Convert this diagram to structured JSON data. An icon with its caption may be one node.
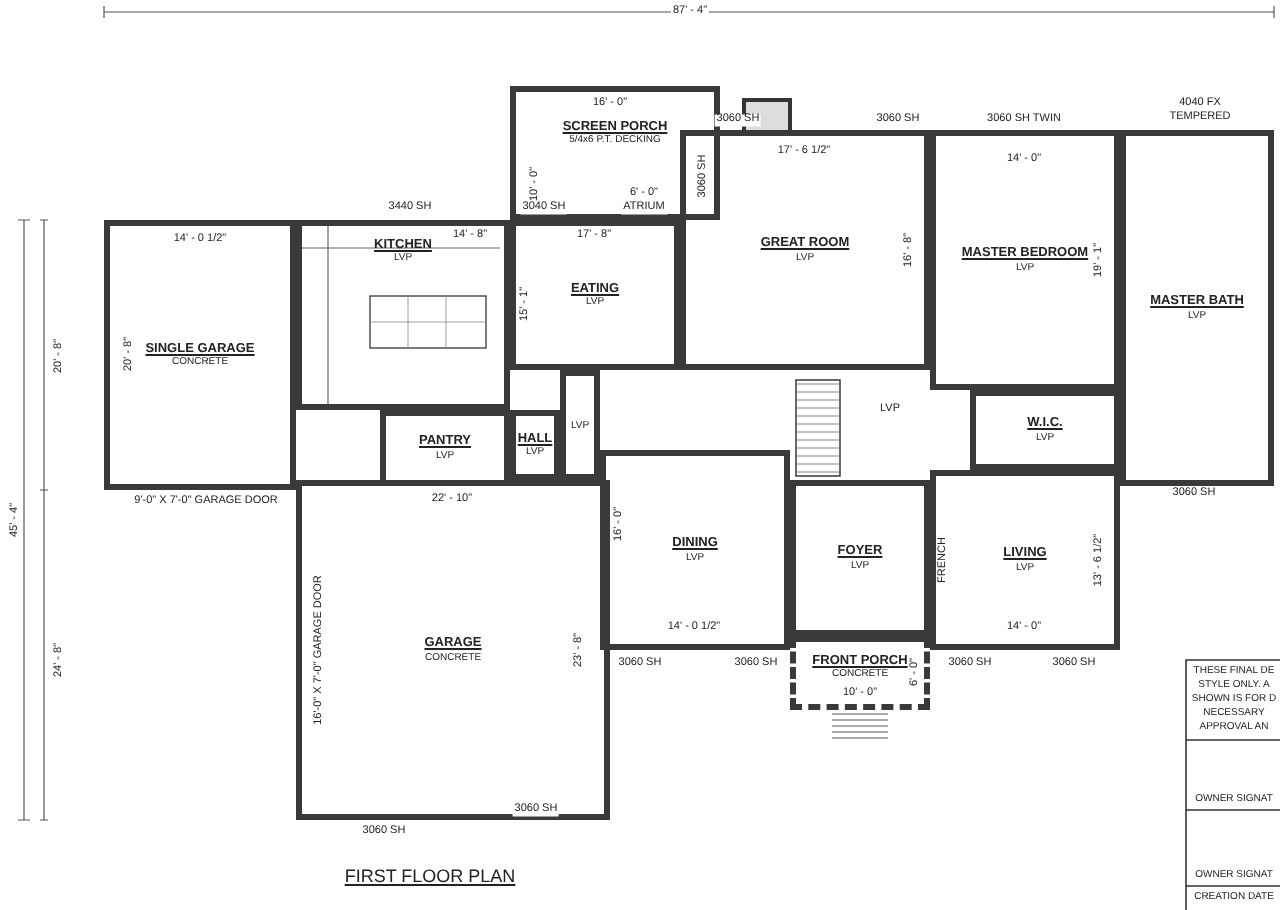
{
  "diagram": {
    "title": "FIRST FLOOR PLAN",
    "nodes": [
      {
        "text": [
          "SCREEN PORCH",
          "5/4x6 P.T. DECKING"
        ]
      },
      {
        "text": [
          "SINGLE GARAGE",
          "CONCRETE"
        ]
      },
      {
        "text": [
          "KITCHEN",
          "LVP"
        ]
      },
      {
        "text": [
          "EATING",
          "LVP"
        ]
      },
      {
        "text": [
          "GREAT ROOM",
          "LVP"
        ]
      },
      {
        "text": [
          "MASTER BEDROOM",
          "LVP"
        ]
      },
      {
        "text": [
          "MASTER BATH",
          "LVP"
        ]
      },
      {
        "text": [
          "W.I.C.",
          "LVP"
        ]
      },
      {
        "text": [
          "PANTRY",
          "LVP"
        ]
      },
      {
        "text": [
          "HALL",
          "LVP"
        ]
      },
      {
        "text": [
          "LVP"
        ]
      },
      {
        "text": [
          "GARAGE",
          "CONCRETE"
        ]
      },
      {
        "text": [
          "DINING",
          "LVP"
        ]
      },
      {
        "text": [
          "FOYER",
          "LVP"
        ]
      },
      {
        "text": [
          "LIVING",
          "LVP"
        ]
      },
      {
        "text": [
          "FRONT PORCH",
          "CONCRETE"
        ]
      }
    ],
    "labels": [
      "87' - 4\"",
      "45' - 4\"",
      "20' - 8\"",
      "24' - 8\"",
      "16' - 0\"",
      "10' - 0\"",
      "3440 SH",
      "3040 SH",
      "6' - 0\"",
      "ATRIUM",
      "3060 SH",
      "3060 SH",
      "3060 SH TWIN",
      "4040 FX",
      "TEMPERED",
      "3060 SH",
      "14' - 0 1/2\"",
      "20' - 8\"",
      "14' - 8\"",
      "17' - 8\"",
      "15' - 1\"",
      "17' - 6 1/2\"",
      "16' - 8\"",
      "14' - 0\"",
      "19' - 1\"",
      "9'-0\" X 7'-0\" GARAGE DOOR",
      "16'-0\" X 7'-0\" GARAGE DOOR",
      "22' - 10\"",
      "23' - 8\"",
      "16' - 0\"",
      "3060 SH",
      "3060 SH",
      "14' - 0 1/2\"",
      "3060 SH",
      "3060 SH",
      "FRENCH",
      "13' - 6 1/2\"",
      "14' - 0\"",
      "3060 SH",
      "3060 SH",
      "3060 SH",
      "10' - 0\"",
      "6' - 0\"",
      "LVP",
      "THESE FINAL DE",
      "STYLE ONLY. A",
      "SHOWN IS FOR D",
      "NECESSARY",
      "APPROVAL AN",
      "OWNER SIGNAT",
      "OWNER SIGNAT",
      "CREATION DATE"
    ]
  }
}
